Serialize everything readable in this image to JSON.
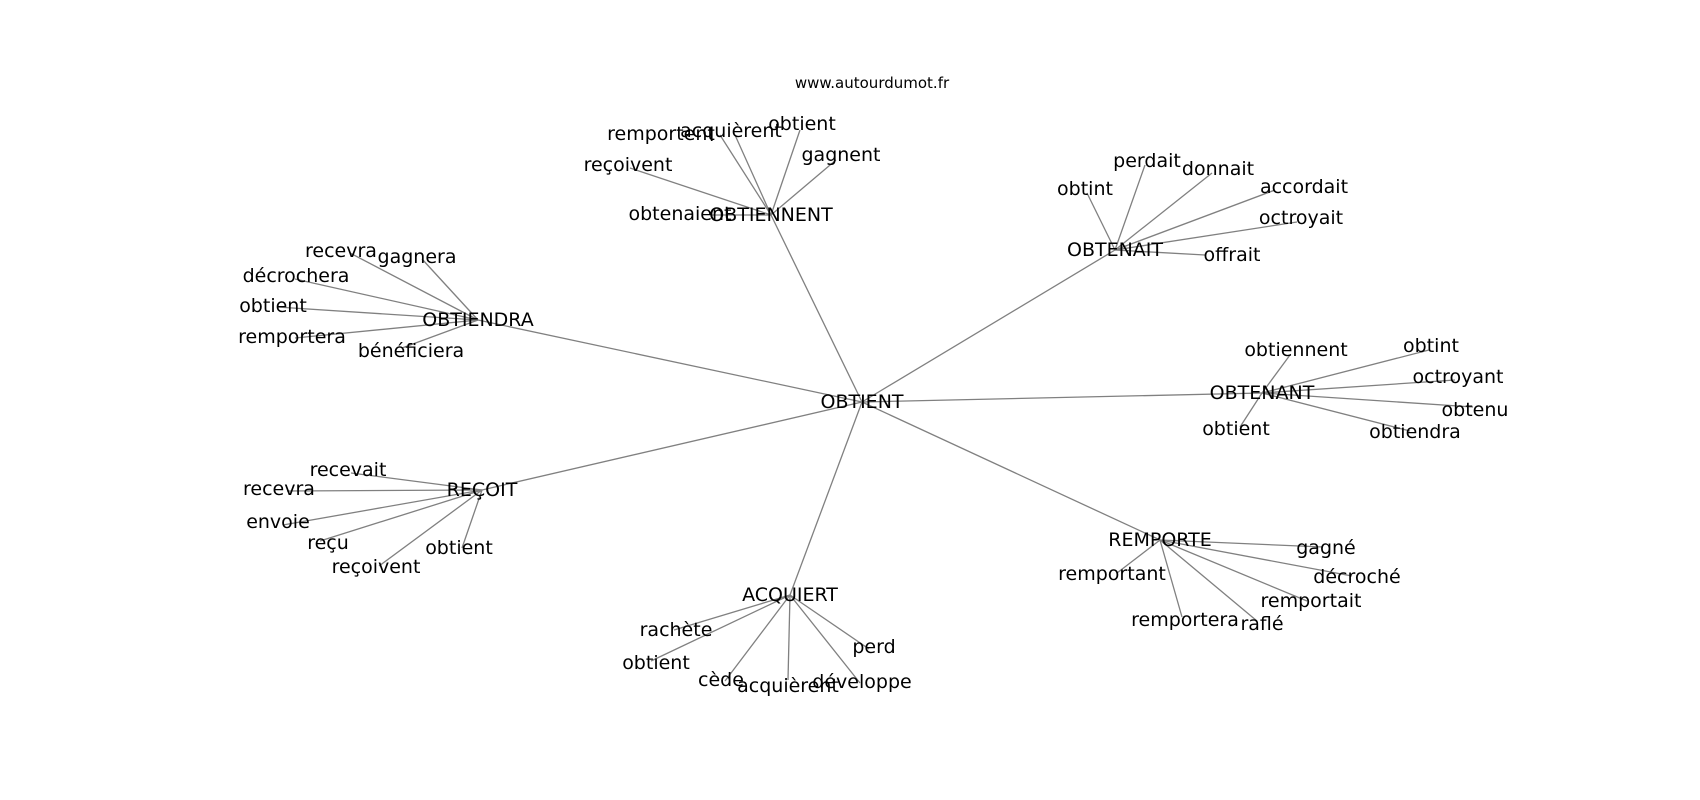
{
  "credit": "www.autourdumot.fr",
  "root": "OBTIENT",
  "branches": [
    {
      "word": "OBTIENNENT",
      "children": [
        "remportent",
        "acquièrent",
        "obtient",
        "gagnent",
        "reçoivent",
        "obtenaient"
      ]
    },
    {
      "word": "OBTENAIT",
      "children": [
        "perdait",
        "donnait",
        "obtint",
        "accordait",
        "octroyait",
        "offrait"
      ]
    },
    {
      "word": "OBTIENDRA",
      "children": [
        "recevra",
        "gagnera",
        "décrochera",
        "obtient",
        "remportera",
        "bénéficiera"
      ]
    },
    {
      "word": "OBTENANT",
      "children": [
        "obtiennent",
        "obtint",
        "octroyant",
        "obtenu",
        "obtient",
        "obtiendra"
      ]
    },
    {
      "word": "REÇOIT",
      "children": [
        "recevait",
        "recevra",
        "envoie",
        "reçu",
        "reçoivent",
        "obtient"
      ]
    },
    {
      "word": "REMPORTE",
      "children": [
        "gagné",
        "remportant",
        "décroché",
        "remportait",
        "remportera",
        "raflé"
      ]
    },
    {
      "word": "ACQUIERT",
      "children": [
        "rachète",
        "obtient",
        "perd",
        "cède",
        "acquièrent",
        "développe"
      ]
    }
  ]
}
